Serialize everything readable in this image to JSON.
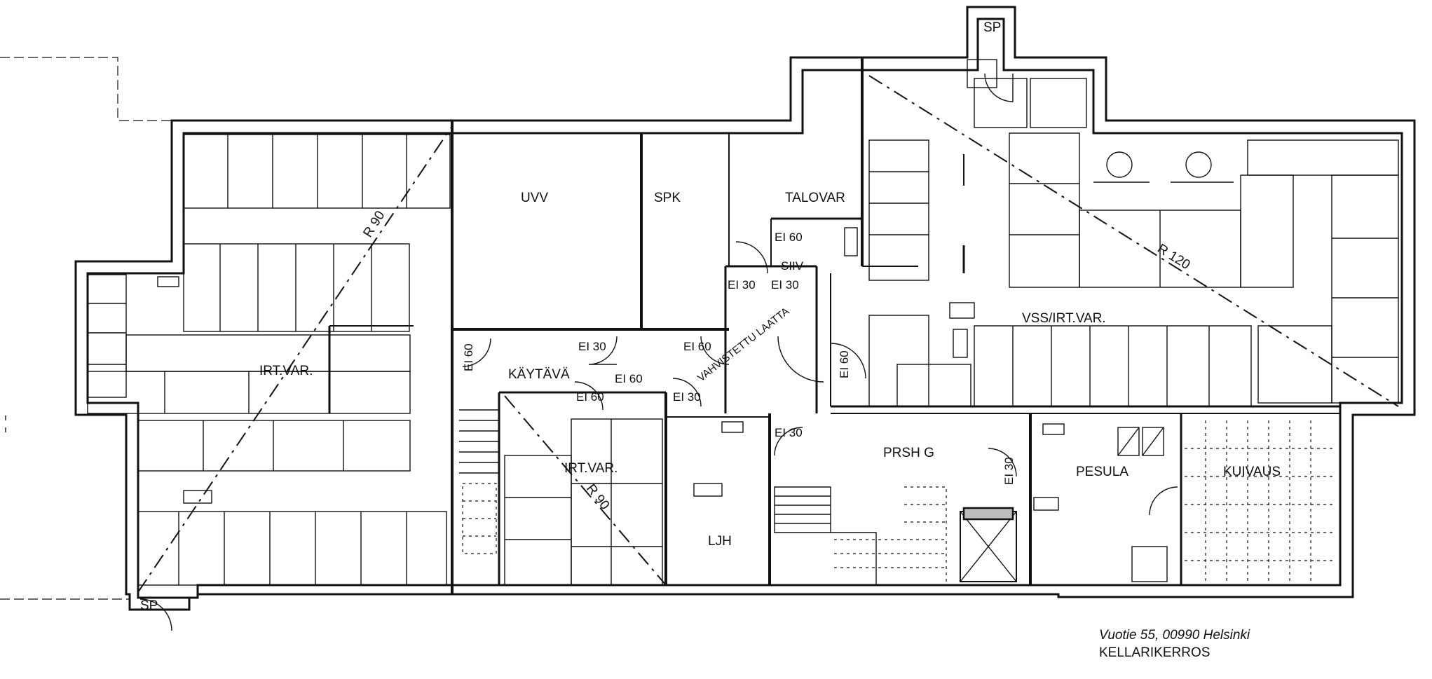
{
  "rooms": {
    "uvv": "UVV",
    "spk": "SPK",
    "talovar": "TALOVAR",
    "siiv": "SIIV",
    "irt_var_left": "IRT.VAR.",
    "irt_var_mid": "IRT.VAR.",
    "kaytava": "KÄYTÄVÄ",
    "ljh": "LJH",
    "prsh_g": "PRSH G",
    "pesula": "PESULA",
    "kuivaus": "KUIVAUS",
    "vss_irt_var": "VSS/IRT.VAR.",
    "sp_top": "SP",
    "sp_bottom": "SP"
  },
  "fire_ratings": {
    "ei60_siiv": "EI 60",
    "ei30_a": "EI 30",
    "ei30_b": "EI 30",
    "ei60_stair": "EI 60",
    "ei30_corridor": "EI 30",
    "ei60_corridor": "EI 60",
    "ei60_center": "EI 60",
    "ei30_center": "EI 30",
    "ei60_irt": "EI 60",
    "ei60_vert": "EI 60",
    "ei30_ljh": "EI 30",
    "ei30_prsh": "EI 30"
  },
  "radii": {
    "r90_left": "R 90",
    "r90_mid": "R 90",
    "r120": "R 120"
  },
  "notes": {
    "reinforced_slab": "VAHVISTETTU LAATTA"
  },
  "footer": {
    "address": "Vuotie 55, 00990 Helsinki",
    "floor": "KELLARIKERROS"
  }
}
